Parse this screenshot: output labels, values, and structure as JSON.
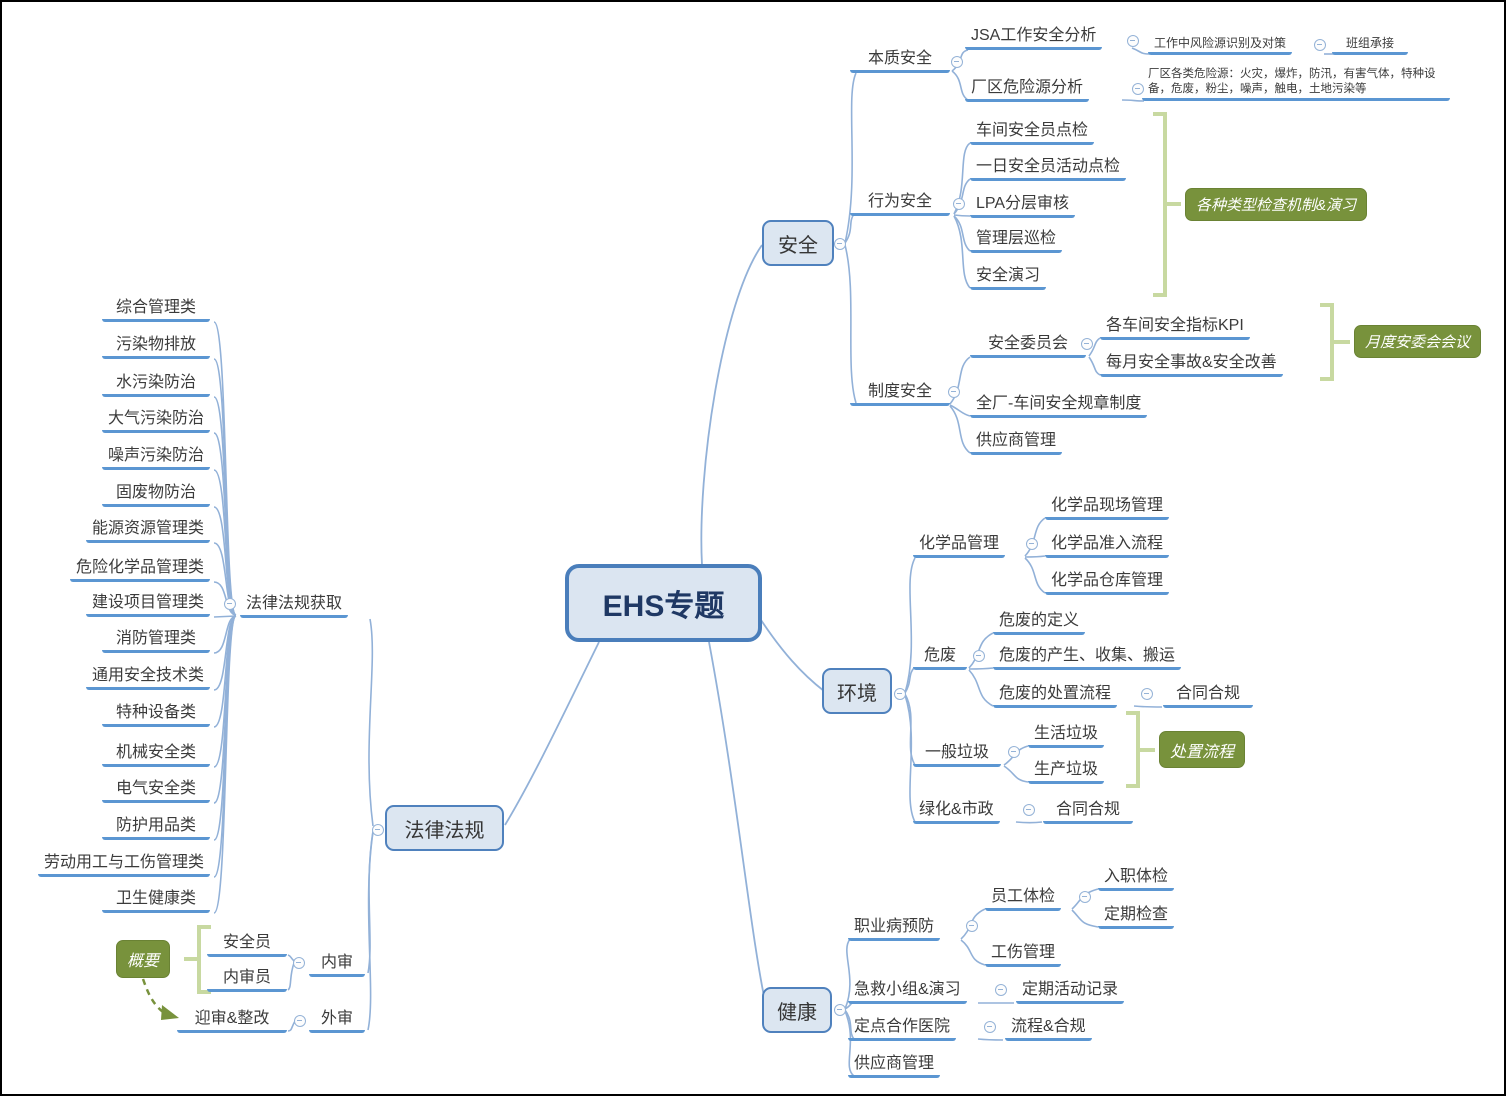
{
  "root": {
    "label": "EHS专题"
  },
  "colors": {
    "branch_line": "#5b96d2",
    "connector": "#92b1d8",
    "node_fill": "#dce6f1",
    "node_border": "#4f81bd",
    "callout_fill": "#78923c",
    "bracket": "#c8d9a1"
  },
  "callouts": {
    "inspection": "各种类型检查机制&演习",
    "monthly_meeting": "月度安委会会议",
    "disposal": "处置流程",
    "summary": "概要"
  },
  "safety": {
    "label": "安全",
    "essential": {
      "label": "本质安全",
      "jsa": {
        "label": "JSA工作安全分析",
        "risk": {
          "label": "工作中风险源识别及对策",
          "team": "班组承接"
        }
      },
      "plant": {
        "label": "厂区危险源分析",
        "note": "厂区各类危险源：火灾，爆炸，防汛，有害气体，特种设备，危废，粉尘，噪声，触电，土地污染等"
      }
    },
    "behavior": {
      "label": "行为安全",
      "items": [
        "车间安全员点检",
        "一日安全员活动点检",
        "LPA分层审核",
        "管理层巡检",
        "安全演习"
      ]
    },
    "system": {
      "label": "制度安全",
      "committee": {
        "label": "安全委员会",
        "items": [
          "各车间安全指标KPI",
          "每月安全事故&安全改善"
        ]
      },
      "rules": "全厂-车间安全规章制度",
      "supplier": "供应商管理"
    }
  },
  "environment": {
    "label": "环境",
    "chemical": {
      "label": "化学品管理",
      "items": [
        "化学品现场管理",
        "化学品准入流程",
        "化学品仓库管理"
      ]
    },
    "hazwaste": {
      "label": "危废",
      "definition": "危废的定义",
      "generation": "危废的产生、收集、搬运",
      "disposal": {
        "label": "危废的处置流程",
        "contract": "合同合规"
      }
    },
    "general_waste": {
      "label": "一般垃圾",
      "items": [
        "生活垃圾",
        "生产垃圾"
      ]
    },
    "greening": {
      "label": "绿化&市政",
      "contract": "合同合规"
    }
  },
  "health": {
    "label": "健康",
    "occupational": {
      "label": "职业病预防",
      "checkup": {
        "label": "员工体检",
        "items": [
          "入职体检",
          "定期检查"
        ]
      },
      "injury": "工伤管理"
    },
    "first_aid": {
      "label": "急救小组&演习",
      "record": "定期活动记录"
    },
    "hospital": {
      "label": "定点合作医院",
      "process": "流程&合规"
    },
    "supplier": "供应商管理"
  },
  "legal": {
    "label": "法律法规",
    "acquisition": {
      "label": "法律法规获取",
      "categories": [
        "综合管理类",
        "污染物排放",
        "水污染防治",
        "大气污染防治",
        "噪声污染防治",
        "固废物防治",
        "能源资源管理类",
        "危险化学品管理类",
        "建设项目管理类",
        "消防管理类",
        "通用安全技术类",
        "特种设备类",
        "机械安全类",
        "电气安全类",
        "防护用品类",
        "劳动用工与工伤管理类",
        "卫生健康类"
      ]
    },
    "internal_audit": {
      "label": "内审",
      "items": [
        "安全员",
        "内审员"
      ]
    },
    "external_audit": {
      "label": "外审",
      "item": "迎审&整改"
    }
  }
}
